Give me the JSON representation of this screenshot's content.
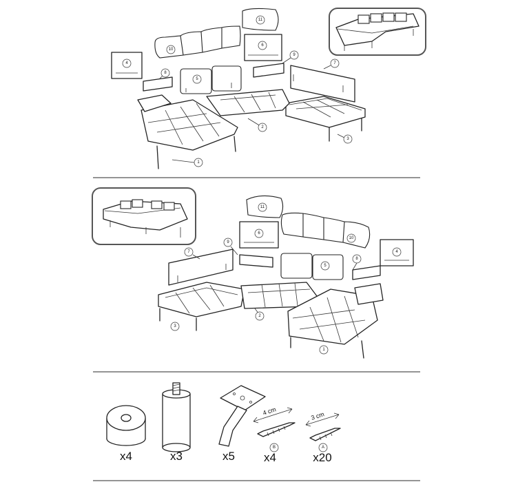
{
  "upper_diagram": {
    "callouts": [
      "1",
      "2",
      "3",
      "4",
      "5",
      "6",
      "7",
      "8",
      "9",
      "10",
      "11"
    ]
  },
  "lower_diagram": {
    "callouts": [
      "1",
      "2",
      "3",
      "4",
      "5",
      "6",
      "7",
      "8",
      "9",
      "10",
      "11"
    ]
  },
  "hardware": {
    "items": [
      {
        "name": "foot-cap",
        "quantity": "x4"
      },
      {
        "name": "round-leg",
        "quantity": "x3"
      },
      {
        "name": "angled-leg",
        "quantity": "x5"
      },
      {
        "name": "screw-b",
        "quantity": "x4",
        "label": "B",
        "length": "4 cm"
      },
      {
        "name": "screw-a",
        "quantity": "x20",
        "label": "A",
        "length": "3 cm"
      }
    ]
  }
}
